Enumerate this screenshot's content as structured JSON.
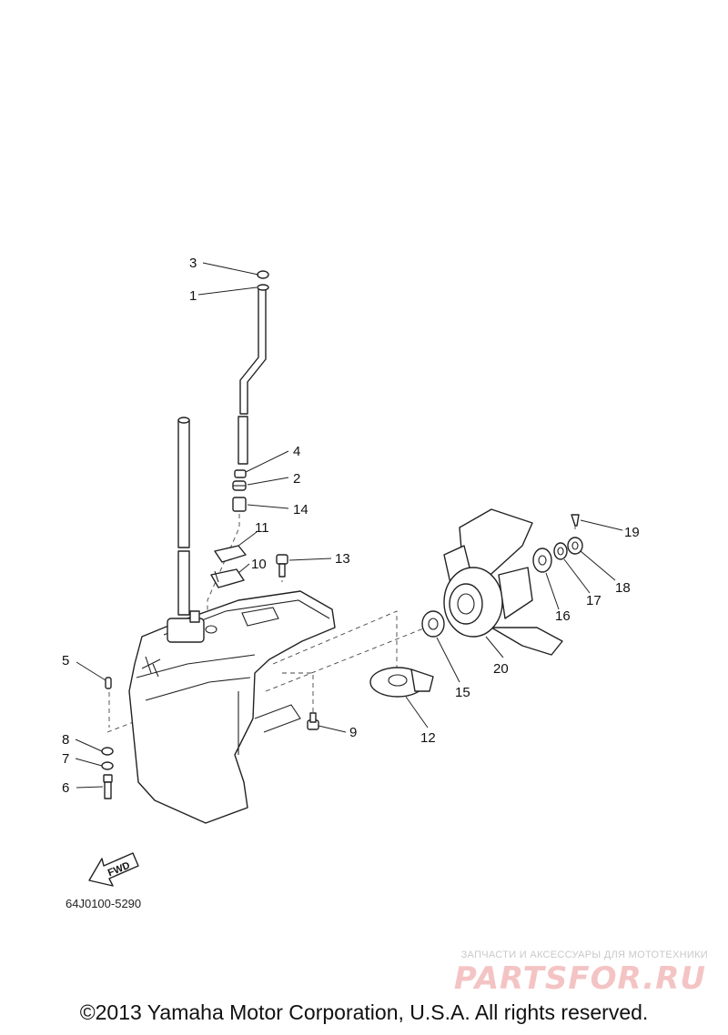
{
  "callouts": [
    {
      "label": "3"
    },
    {
      "label": "1"
    },
    {
      "label": "4"
    },
    {
      "label": "2"
    },
    {
      "label": "14"
    },
    {
      "label": "11"
    },
    {
      "label": "10"
    },
    {
      "label": "13"
    },
    {
      "label": "5"
    },
    {
      "label": "8"
    },
    {
      "label": "7"
    },
    {
      "label": "6"
    },
    {
      "label": "9"
    },
    {
      "label": "12"
    },
    {
      "label": "15"
    },
    {
      "label": "20"
    },
    {
      "label": "16"
    },
    {
      "label": "17"
    },
    {
      "label": "18"
    },
    {
      "label": "19"
    }
  ],
  "fwd_label": "FWD",
  "catalog_code": "64J0100-5290",
  "watermark": {
    "tagline": "ЗАПЧАСТИ И АКСЕССУАРЫ ДЛЯ МОТОТЕХНИКИ",
    "logo": "PARTSFOR.RU"
  },
  "copyright": "©2013 Yamaha Motor Corporation, U.S.A. All rights reserved.",
  "colors": {
    "line": "#222222",
    "watermark_logo": "#f4c4c4",
    "watermark_text": "#c9c9c9"
  }
}
